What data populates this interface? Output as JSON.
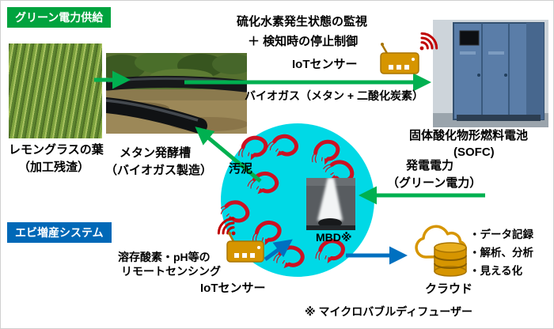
{
  "badges": {
    "green_power": "グリーン電力供給",
    "shrimp_system": "エビ増産システム"
  },
  "supply": {
    "lemongrass_line1": "レモングラスの葉",
    "lemongrass_line2": "（加工残渣）",
    "digester_line1": "メタン発酵槽",
    "digester_line2": "（バイオガス製造）",
    "biogas": "バイオガス（メタン + 二酸化炭素）",
    "monitor_line1": "硫化水素発生状態の監視",
    "monitor_line2": "＋ 検知時の停止制御",
    "iot_sensor": "IoTセンサー",
    "sofc_line1": "固体酸化物形燃料電池",
    "sofc_line2": "(SOFC)",
    "power_line1": "発電電力",
    "power_line2": "（グリーン電力）"
  },
  "pond": {
    "sludge": "汚泥",
    "mbd": "MBD※",
    "footnote": "※ マイクロバブルディフューザー"
  },
  "sensing": {
    "line1": "溶存酸素・pH等の",
    "line2": "リモートセンシング",
    "iot_sensor": "IoTセンサー",
    "cloud": "クラウド",
    "cloud_items": [
      "・データ記録",
      "・解析、分析",
      "・見える化"
    ]
  },
  "colors": {
    "badge_green": "#00a33e",
    "badge_blue": "#0068b7",
    "arrow_green": "#00b050",
    "arrow_blue": "#0070c0",
    "pond_cyan": "#00d9e6",
    "shrimp_red": "#cc1122",
    "icon_orange": "#d69500",
    "wifi_red": "#c00000"
  }
}
